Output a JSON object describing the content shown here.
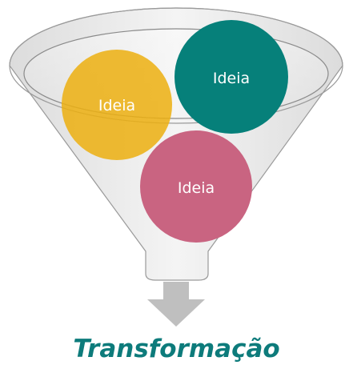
{
  "diagram": {
    "ideas": [
      {
        "label": "Ideia",
        "color": "#ecaf0f"
      },
      {
        "label": "Ideia",
        "color": "#06807a"
      },
      {
        "label": "Ideia",
        "color": "#c96481"
      }
    ],
    "caption": "Transformação",
    "colors": {
      "funnel_fill": "#e9e9e9",
      "funnel_stroke": "#9a9a9a",
      "arrow": "#bfbfbf",
      "caption": "#0d7b7b"
    }
  }
}
